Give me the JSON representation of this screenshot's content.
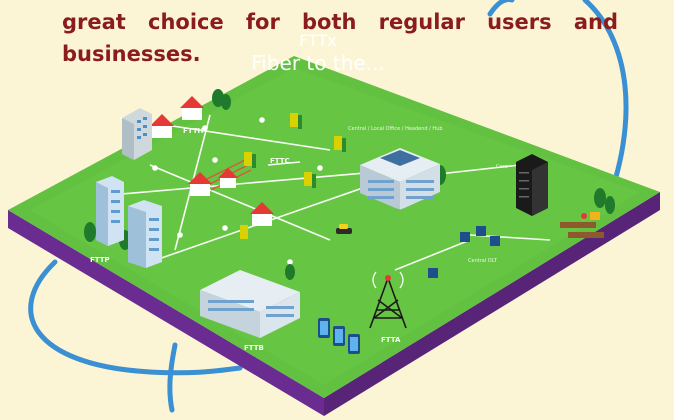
{
  "caption": {
    "line1_words": [
      "great",
      "choice",
      "for",
      "both",
      "regular",
      "users",
      "and"
    ],
    "line2": "businesses."
  },
  "diagram": {
    "title": "FTTx",
    "subtitle": "Fiber to the...",
    "labels": {
      "ftth": "FTTH",
      "fttc": "FTTC",
      "fttp": "FTTP",
      "fttb": "FTTB",
      "ftta": "FTTA",
      "central_office": "Central / Local Office / Headend / Hub",
      "core": "Core",
      "central_olt": "Central OLT"
    },
    "colors": {
      "board_top": "#63c141",
      "board_side": "#6a2c91",
      "fiber_line": "#ffffff",
      "caption": "#8a1c1c",
      "swoosh": "#3b8fd3"
    }
  }
}
